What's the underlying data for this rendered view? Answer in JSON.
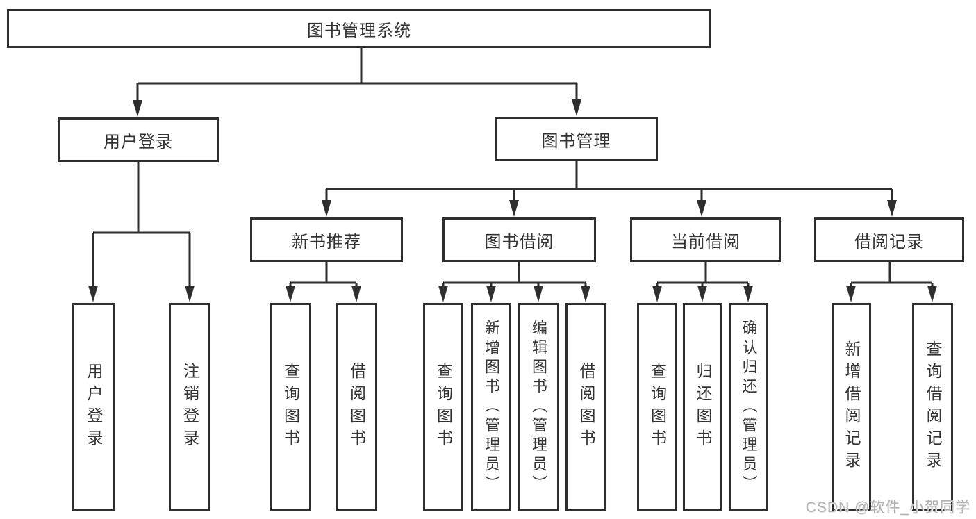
{
  "tree": {
    "root": {
      "label": "图书管理系统"
    },
    "branches": [
      {
        "label": "用户登录",
        "children": [
          {
            "label": "用户登录"
          },
          {
            "label": "注销登录"
          }
        ]
      },
      {
        "label": "图书管理",
        "children": [
          {
            "label": "新书推荐",
            "children": [
              {
                "label": "查询图书"
              },
              {
                "label": "借阅图书"
              }
            ]
          },
          {
            "label": "图书借阅",
            "children": [
              {
                "label": "查询图书"
              },
              {
                "label": "新增图书（管理员）"
              },
              {
                "label": "编辑图书（管理员）"
              },
              {
                "label": "借阅图书"
              }
            ]
          },
          {
            "label": "当前借阅",
            "children": [
              {
                "label": "查询图书"
              },
              {
                "label": "归还图书"
              },
              {
                "label": "确认归还（管理员）"
              }
            ]
          },
          {
            "label": "借阅记录",
            "children": [
              {
                "label": "新增借阅记录"
              },
              {
                "label": "查询借阅记录"
              }
            ]
          }
        ]
      }
    ]
  },
  "watermark": {
    "text": "CSDN @软件_小贺同学"
  },
  "colors": {
    "line": "#2e2e2e",
    "text": "#333333",
    "background": "#ffffff",
    "watermark": "#b2b2b2"
  }
}
